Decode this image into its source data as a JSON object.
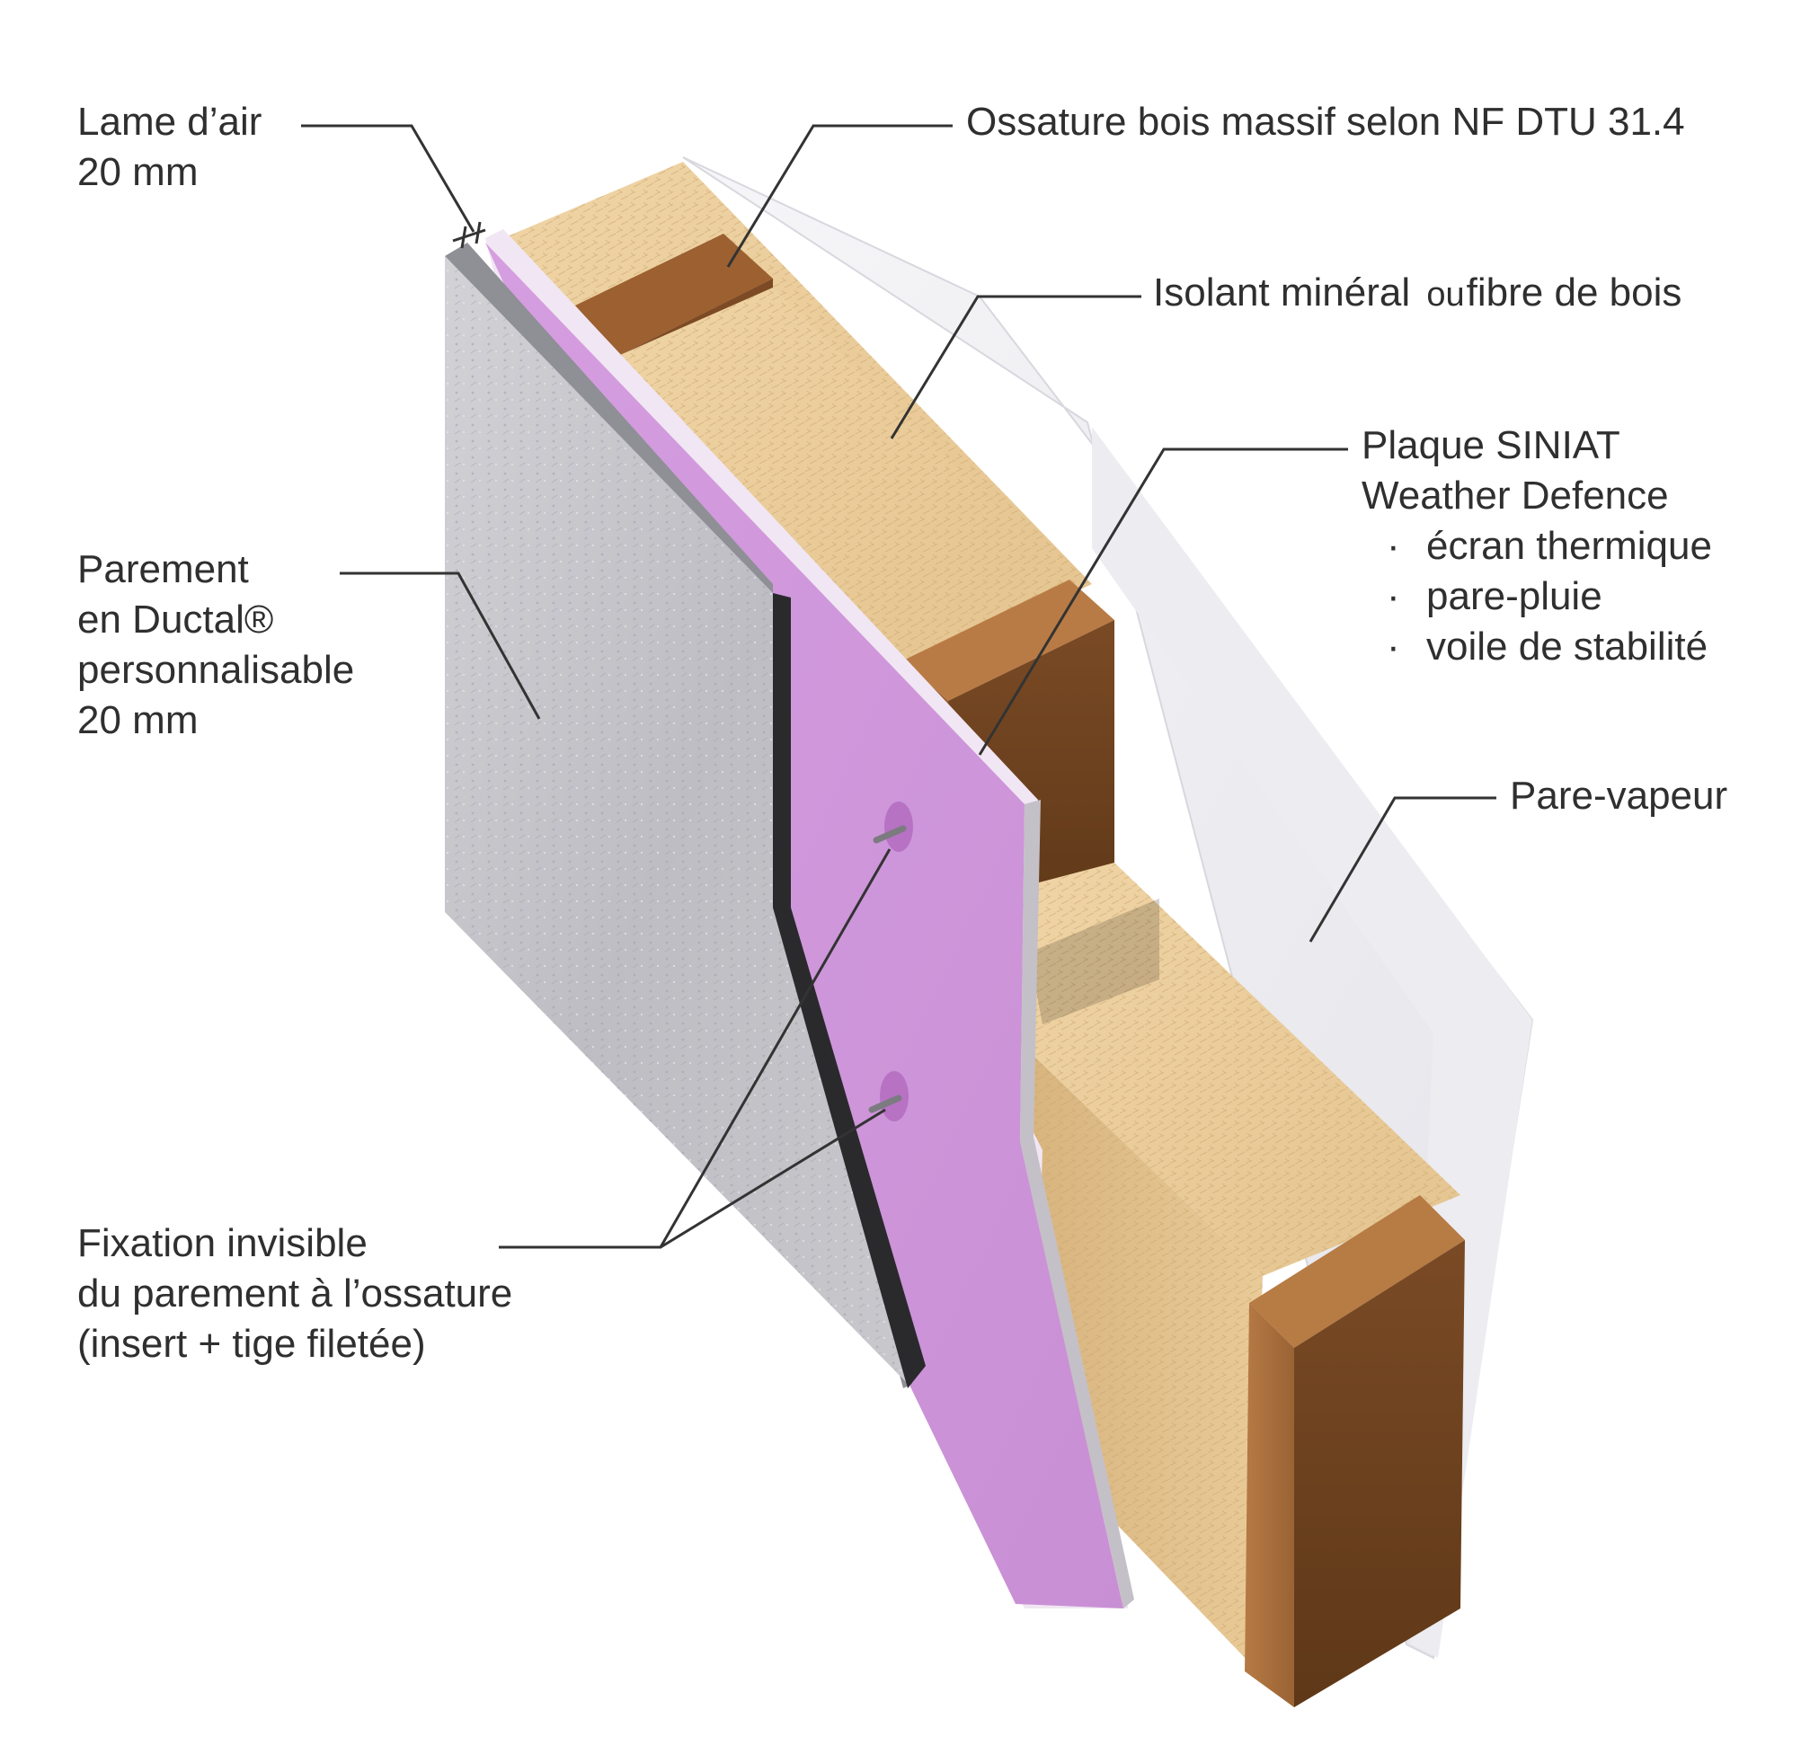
{
  "labels": {
    "air_gap": {
      "title": "Lame d’air",
      "thickness": "20 mm"
    },
    "timber_frame": {
      "title": "Ossature bois massif selon NF DTU 31.4"
    },
    "insulation": {
      "title_a": "Isolant minéral",
      "connector": "ou",
      "title_b": "fibre de bois"
    },
    "board": {
      "title_1": "Plaque SINIAT",
      "title_2": "Weather Defence",
      "functions": [
        "écran thermique",
        "pare-pluie",
        "voile de stabilité"
      ]
    },
    "facing": {
      "line_1": "Parement",
      "line_2": "en Ductal®",
      "line_3": "personnalisable",
      "thickness": "20 mm"
    },
    "vapour_barrier": {
      "title": "Pare-vapeur"
    },
    "fixing": {
      "line_1": "Fixation invisible",
      "line_2": "du parement à l’ossature",
      "line_3": "(insert + tige filetée)"
    }
  },
  "colors": {
    "facing_concrete": "#bfbfc6",
    "board_purple": "#cf97d9",
    "insulation": "#e8c793",
    "timber": "#a56a3a",
    "vapour_barrier": "#efeff3",
    "leader_line": "#333333"
  }
}
